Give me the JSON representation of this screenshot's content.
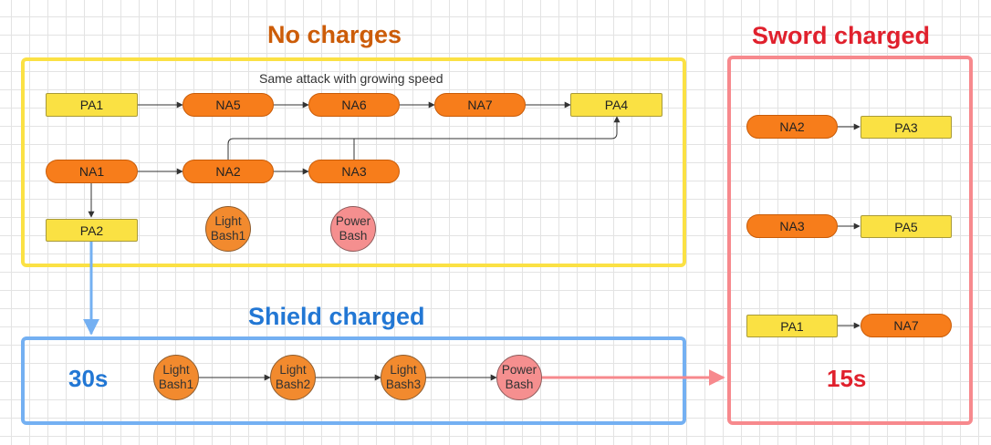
{
  "colors": {
    "no_charges_title": "#cc5c08",
    "sword_title": "#e0212d",
    "shield_title": "#2277d4",
    "yellow_frame": "#fbe144",
    "red_frame": "#f7898d",
    "blue_frame": "#74b0f2",
    "timer_blue": "#2277d4",
    "timer_red": "#e0212d"
  },
  "sections": {
    "no_charges": {
      "title": "No charges",
      "caption": "Same attack with growing speed"
    },
    "sword": {
      "title": "Sword charged",
      "timer": "15s"
    },
    "shield": {
      "title": "Shield charged",
      "timer": "30s"
    }
  },
  "nodes": {
    "pa1": "PA1",
    "na5": "NA5",
    "na6": "NA6",
    "na7": "NA7",
    "pa4": "PA4",
    "na1": "NA1",
    "na2": "NA2",
    "na3": "NA3",
    "pa2": "PA2",
    "light_bash1": "Light Bash1",
    "power_bash": "Power Bash",
    "s_na2": "NA2",
    "s_pa3": "PA3",
    "s_na3": "NA3",
    "s_pa5": "PA5",
    "s_pa1": "PA1",
    "s_na7": "NA7",
    "sh_light_bash1": "Light Bash1",
    "sh_light_bash2": "Light Bash2",
    "sh_light_bash3": "Light Bash3",
    "sh_power_bash": "Power Bash"
  }
}
